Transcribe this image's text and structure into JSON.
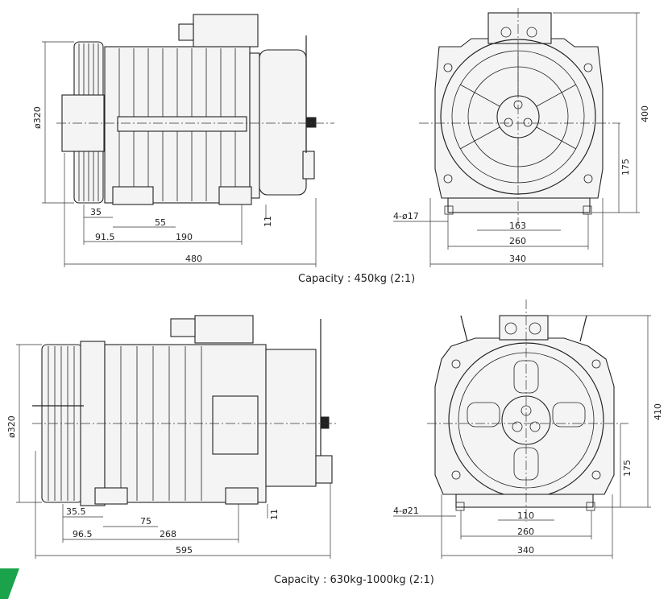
{
  "views": {
    "top": {
      "caption": "Capacity : 450kg (2:1)",
      "side": {
        "diameter": "ø320",
        "d1": "35",
        "d2": "55",
        "d3": "11",
        "d4": "91.5",
        "d5": "190",
        "overall": "480"
      },
      "front": {
        "height": "400",
        "axis_height": "175",
        "holes": "4-ø17",
        "d1": "163",
        "d2": "260",
        "overall": "340"
      }
    },
    "bottom": {
      "caption": "Capacity : 630kg-1000kg (2:1)",
      "side": {
        "diameter": "ø320",
        "d1": "35.5",
        "d2": "75",
        "d3": "11",
        "d4": "96.5",
        "d5": "268",
        "overall": "595"
      },
      "front": {
        "height": "410",
        "axis_height": "175",
        "holes": "4-ø21",
        "d1": "110",
        "d2": "260",
        "overall": "340"
      }
    }
  },
  "colors": {
    "line": "#222222",
    "corner_accent": "#1aa34a"
  }
}
